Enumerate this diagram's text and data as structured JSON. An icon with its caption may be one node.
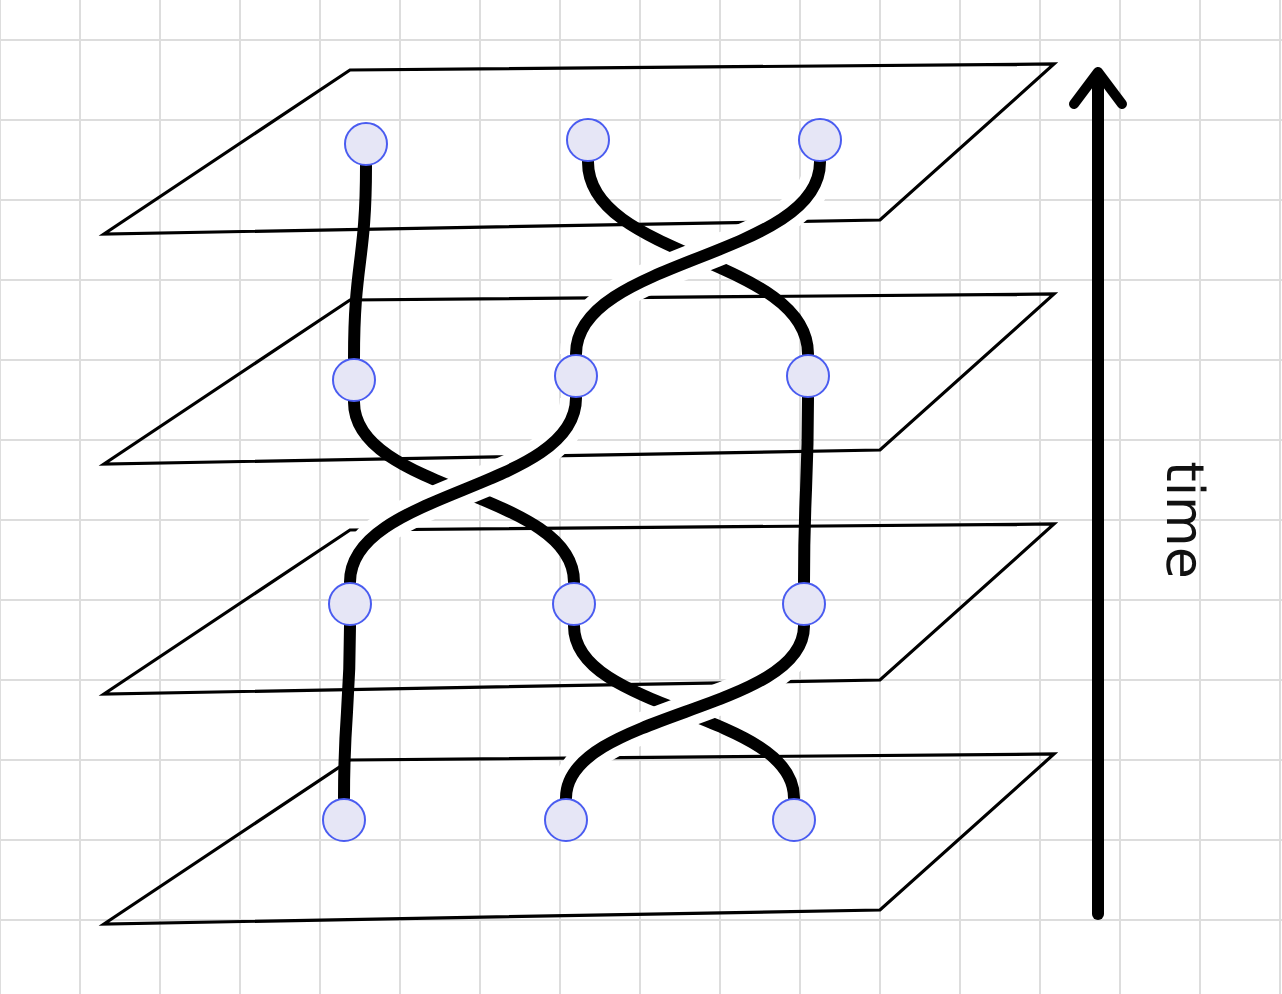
{
  "diagram": {
    "nodes": [
      {
        "text": [],
        "shape": "circle"
      },
      {
        "text": [],
        "shape": "circle"
      },
      {
        "text": [],
        "shape": "circle"
      },
      {
        "text": [],
        "shape": "circle"
      },
      {
        "text": [],
        "shape": "circle"
      },
      {
        "text": [],
        "shape": "circle"
      },
      {
        "text": [],
        "shape": "circle"
      },
      {
        "text": [],
        "shape": "circle"
      },
      {
        "text": [],
        "shape": "circle"
      },
      {
        "text": [],
        "shape": "circle"
      },
      {
        "text": [],
        "shape": "circle"
      },
      {
        "text": [],
        "shape": "circle"
      }
    ],
    "edges": [
      {
        "from": 0,
        "to": 3,
        "arrow": "none"
      },
      {
        "from": 1,
        "to": 5,
        "arrow": "none"
      },
      {
        "from": 2,
        "to": 4,
        "arrow": "none"
      },
      {
        "from": 3,
        "to": 7,
        "arrow": "none"
      },
      {
        "from": 4,
        "to": 6,
        "arrow": "none"
      },
      {
        "from": 5,
        "to": 8,
        "arrow": "none"
      },
      {
        "from": 6,
        "to": 9,
        "arrow": "none"
      },
      {
        "from": 7,
        "to": 11,
        "arrow": "none"
      },
      {
        "from": 8,
        "to": 10,
        "arrow": "none"
      }
    ],
    "labels": [
      "time"
    ]
  }
}
